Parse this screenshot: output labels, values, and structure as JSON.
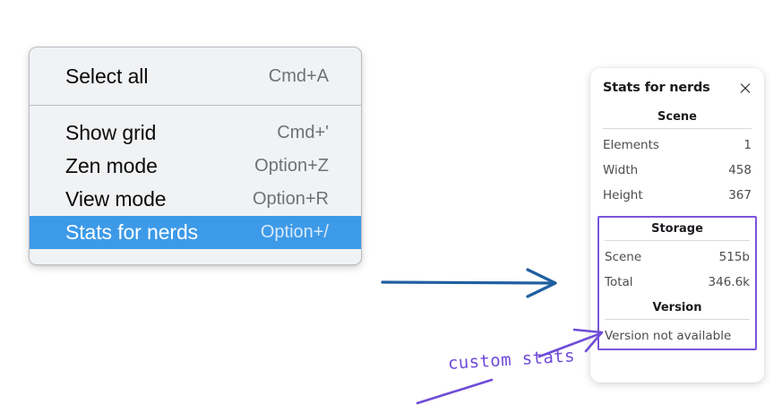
{
  "menu": {
    "sections": [
      {
        "items": [
          {
            "label": "Select all",
            "shortcut": "Cmd+A",
            "selected": false
          }
        ]
      },
      {
        "items": [
          {
            "label": "Show grid",
            "shortcut": "Cmd+'",
            "selected": false
          },
          {
            "label": "Zen mode",
            "shortcut": "Option+Z",
            "selected": false
          },
          {
            "label": "View mode",
            "shortcut": "Option+R",
            "selected": false
          },
          {
            "label": "Stats for nerds",
            "shortcut": "Option+/",
            "selected": true
          }
        ]
      }
    ],
    "highlight_color": "#3d9ae8",
    "background_color": "#f1f2f4"
  },
  "stats_panel": {
    "title": "Stats for nerds",
    "close_icon": "close-icon",
    "scene": {
      "heading": "Scene",
      "rows": [
        {
          "key": "Elements",
          "value": "1"
        },
        {
          "key": "Width",
          "value": "458"
        },
        {
          "key": "Height",
          "value": "367"
        }
      ]
    },
    "storage": {
      "heading": "Storage",
      "rows": [
        {
          "key": "Scene",
          "value": "515b"
        },
        {
          "key": "Total",
          "value": "346.6k"
        }
      ]
    },
    "version": {
      "heading": "Version",
      "text": "Version not available"
    },
    "custom_box_color": "#7b55dd"
  },
  "annotations": {
    "custom_stats_label": "custom stats",
    "arrow_blue_color": "#1f5fa0",
    "arrow_purple_color": "#6f4cd8"
  }
}
